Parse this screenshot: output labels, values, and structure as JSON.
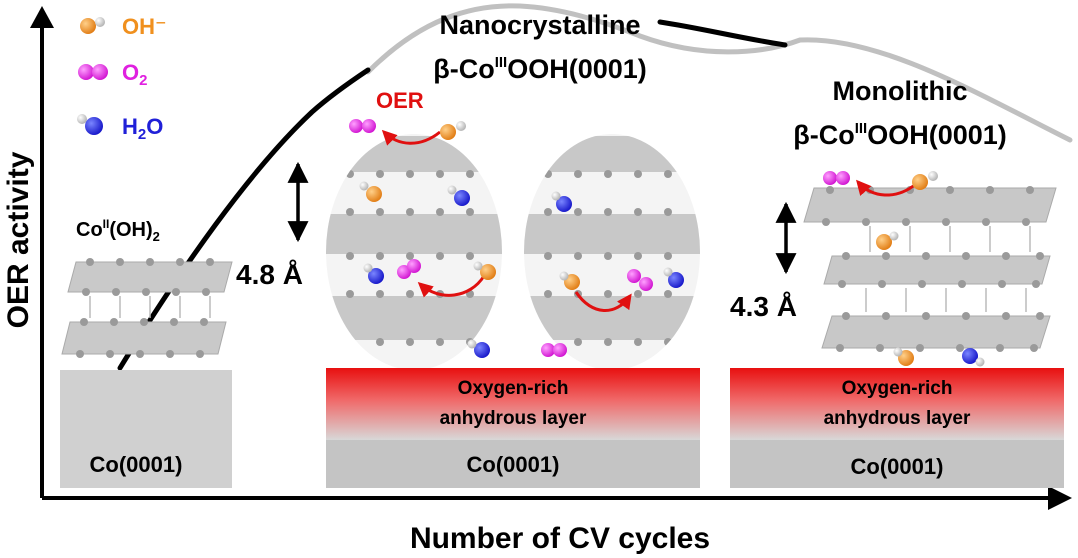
{
  "axes": {
    "x_label": "Number of CV cycles",
    "y_label": "OER activity"
  },
  "legend": {
    "items": [
      {
        "label": "OH⁻",
        "color": "#f0901e"
      },
      {
        "label": "O",
        "sub": "2",
        "color": "#e020e0"
      },
      {
        "label": "H",
        "sub": "2",
        "label_tail": "O",
        "color": "#2020d8"
      }
    ]
  },
  "phases": {
    "hydroxide": {
      "label_main": "Co",
      "label_sup": "II",
      "label_tail": "(OH)",
      "label_sub": "2",
      "substrate": "Co(0001)"
    },
    "nanocrystalline": {
      "title_line1": "Nanocrystalline",
      "title_line2_main": "β-Co",
      "title_line2_sup": "III",
      "title_line2_tail": "OOH(0001)",
      "spacing": "4.8 Å",
      "reaction": "OER",
      "layer_line1": "Oxygen-rich",
      "layer_line2": "anhydrous layer",
      "substrate": "Co(0001)"
    },
    "monolithic": {
      "title_line1": "Monolithic",
      "title_line2_main": "β-Co",
      "title_line2_sup": "III",
      "title_line2_tail": "OOH(0001)",
      "spacing": "4.3 Å",
      "layer_line1": "Oxygen-rich",
      "layer_line2": "anhydrous layer",
      "substrate": "Co(0001)"
    }
  },
  "colors": {
    "oh": "#f0901e",
    "o2": "#e020e0",
    "h2o": "#2020d8",
    "oer_arrow": "#e01010",
    "oxygen_layer": "#e81010",
    "substrate_gray": "#c4c4c4",
    "slab_gray": "#c8c8c8",
    "curve": "#000000",
    "curve_fade": "#c0c0c0"
  }
}
